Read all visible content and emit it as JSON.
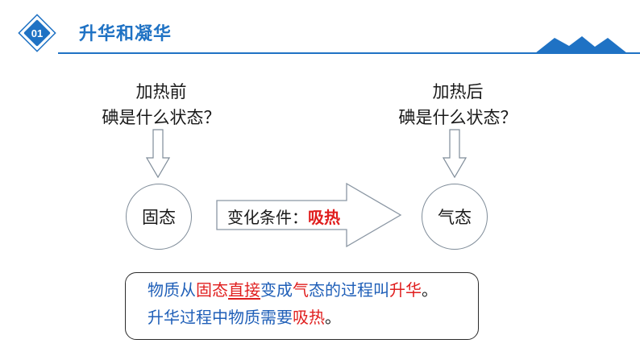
{
  "header": {
    "number": "01",
    "title": "升华和凝华",
    "accent_color": "#1f72c4"
  },
  "left": {
    "heading": "加热前",
    "question": "碘是什么状态？",
    "state": "固态"
  },
  "right": {
    "heading": "加热后",
    "question": "碘是什么状态？",
    "state": "气态"
  },
  "condition": {
    "label": "变化条件：",
    "value": "吸热"
  },
  "summary": {
    "line1": [
      {
        "text": "物质从",
        "color": "blue"
      },
      {
        "text": "固态",
        "color": "red"
      },
      {
        "text": "直接",
        "color": "red",
        "underline": true
      },
      {
        "text": "变成",
        "color": "blue"
      },
      {
        "text": "气",
        "color": "red"
      },
      {
        "text": "态的过程叫",
        "color": "blue"
      },
      {
        "text": "升华",
        "color": "red"
      },
      {
        "text": "。",
        "color": "black"
      }
    ],
    "line2": [
      {
        "text": "升华过程中物质需要",
        "color": "blue"
      },
      {
        "text": "吸热",
        "color": "red"
      },
      {
        "text": "。",
        "color": "black"
      }
    ]
  }
}
